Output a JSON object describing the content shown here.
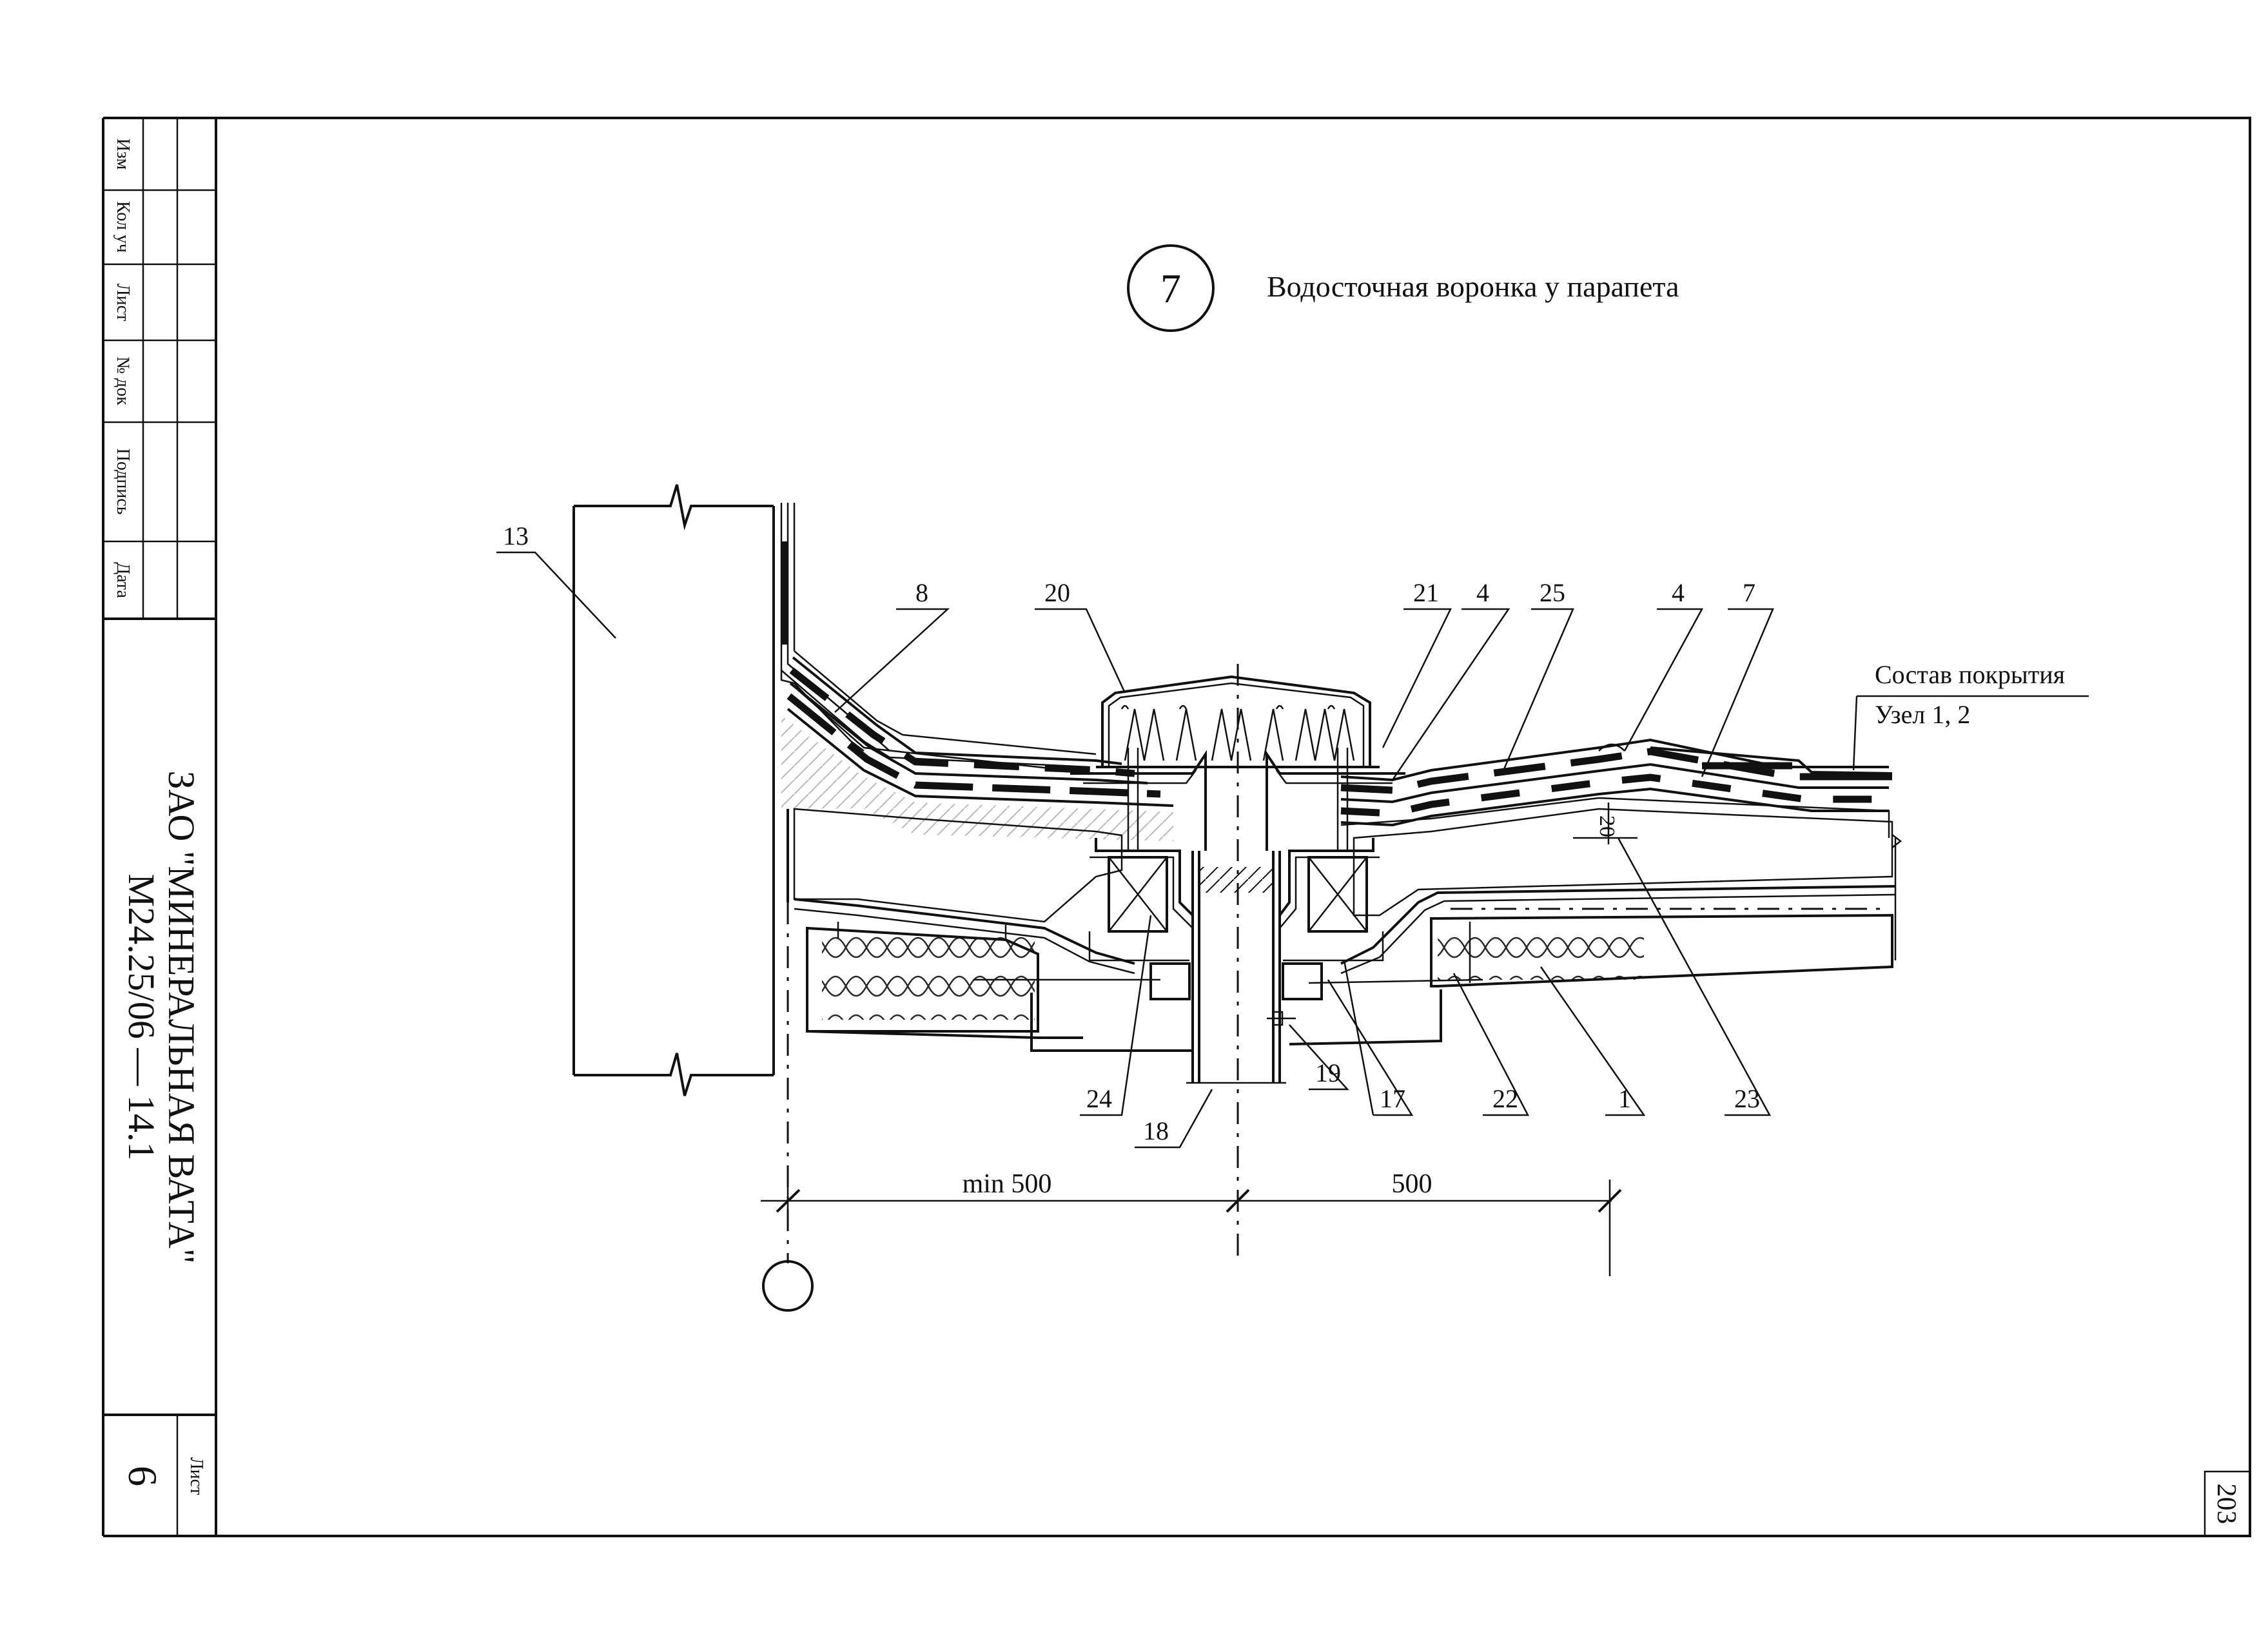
{
  "sheet": {
    "node_number": "7",
    "title": "Водосточная воронка у парапета",
    "company": "ЗАО \"МИНЕРАЛЬНАЯ ВАТА\"",
    "doc_code": "М24.25/06 — 14.1",
    "sheet_label": "Лист",
    "sheet_number": "6",
    "page_number": "203"
  },
  "stamp_columns": [
    "Изм",
    "Кол уч",
    "Лист",
    "№ док",
    "Подпись",
    "Дата"
  ],
  "callouts": {
    "c13": "13",
    "c8": "8",
    "c20": "20",
    "c21": "21",
    "c4a": "4",
    "c25": "25",
    "c4b": "4",
    "c7": "7",
    "c24": "24",
    "c18": "18",
    "c19": "19",
    "c17": "17",
    "c22": "22",
    "c1": "1",
    "c23": "23"
  },
  "note": {
    "line1": "Состав покрытия",
    "line2": "Узел 1, 2"
  },
  "dimensions": {
    "left": "min 500",
    "right": "500",
    "slope": "20"
  }
}
